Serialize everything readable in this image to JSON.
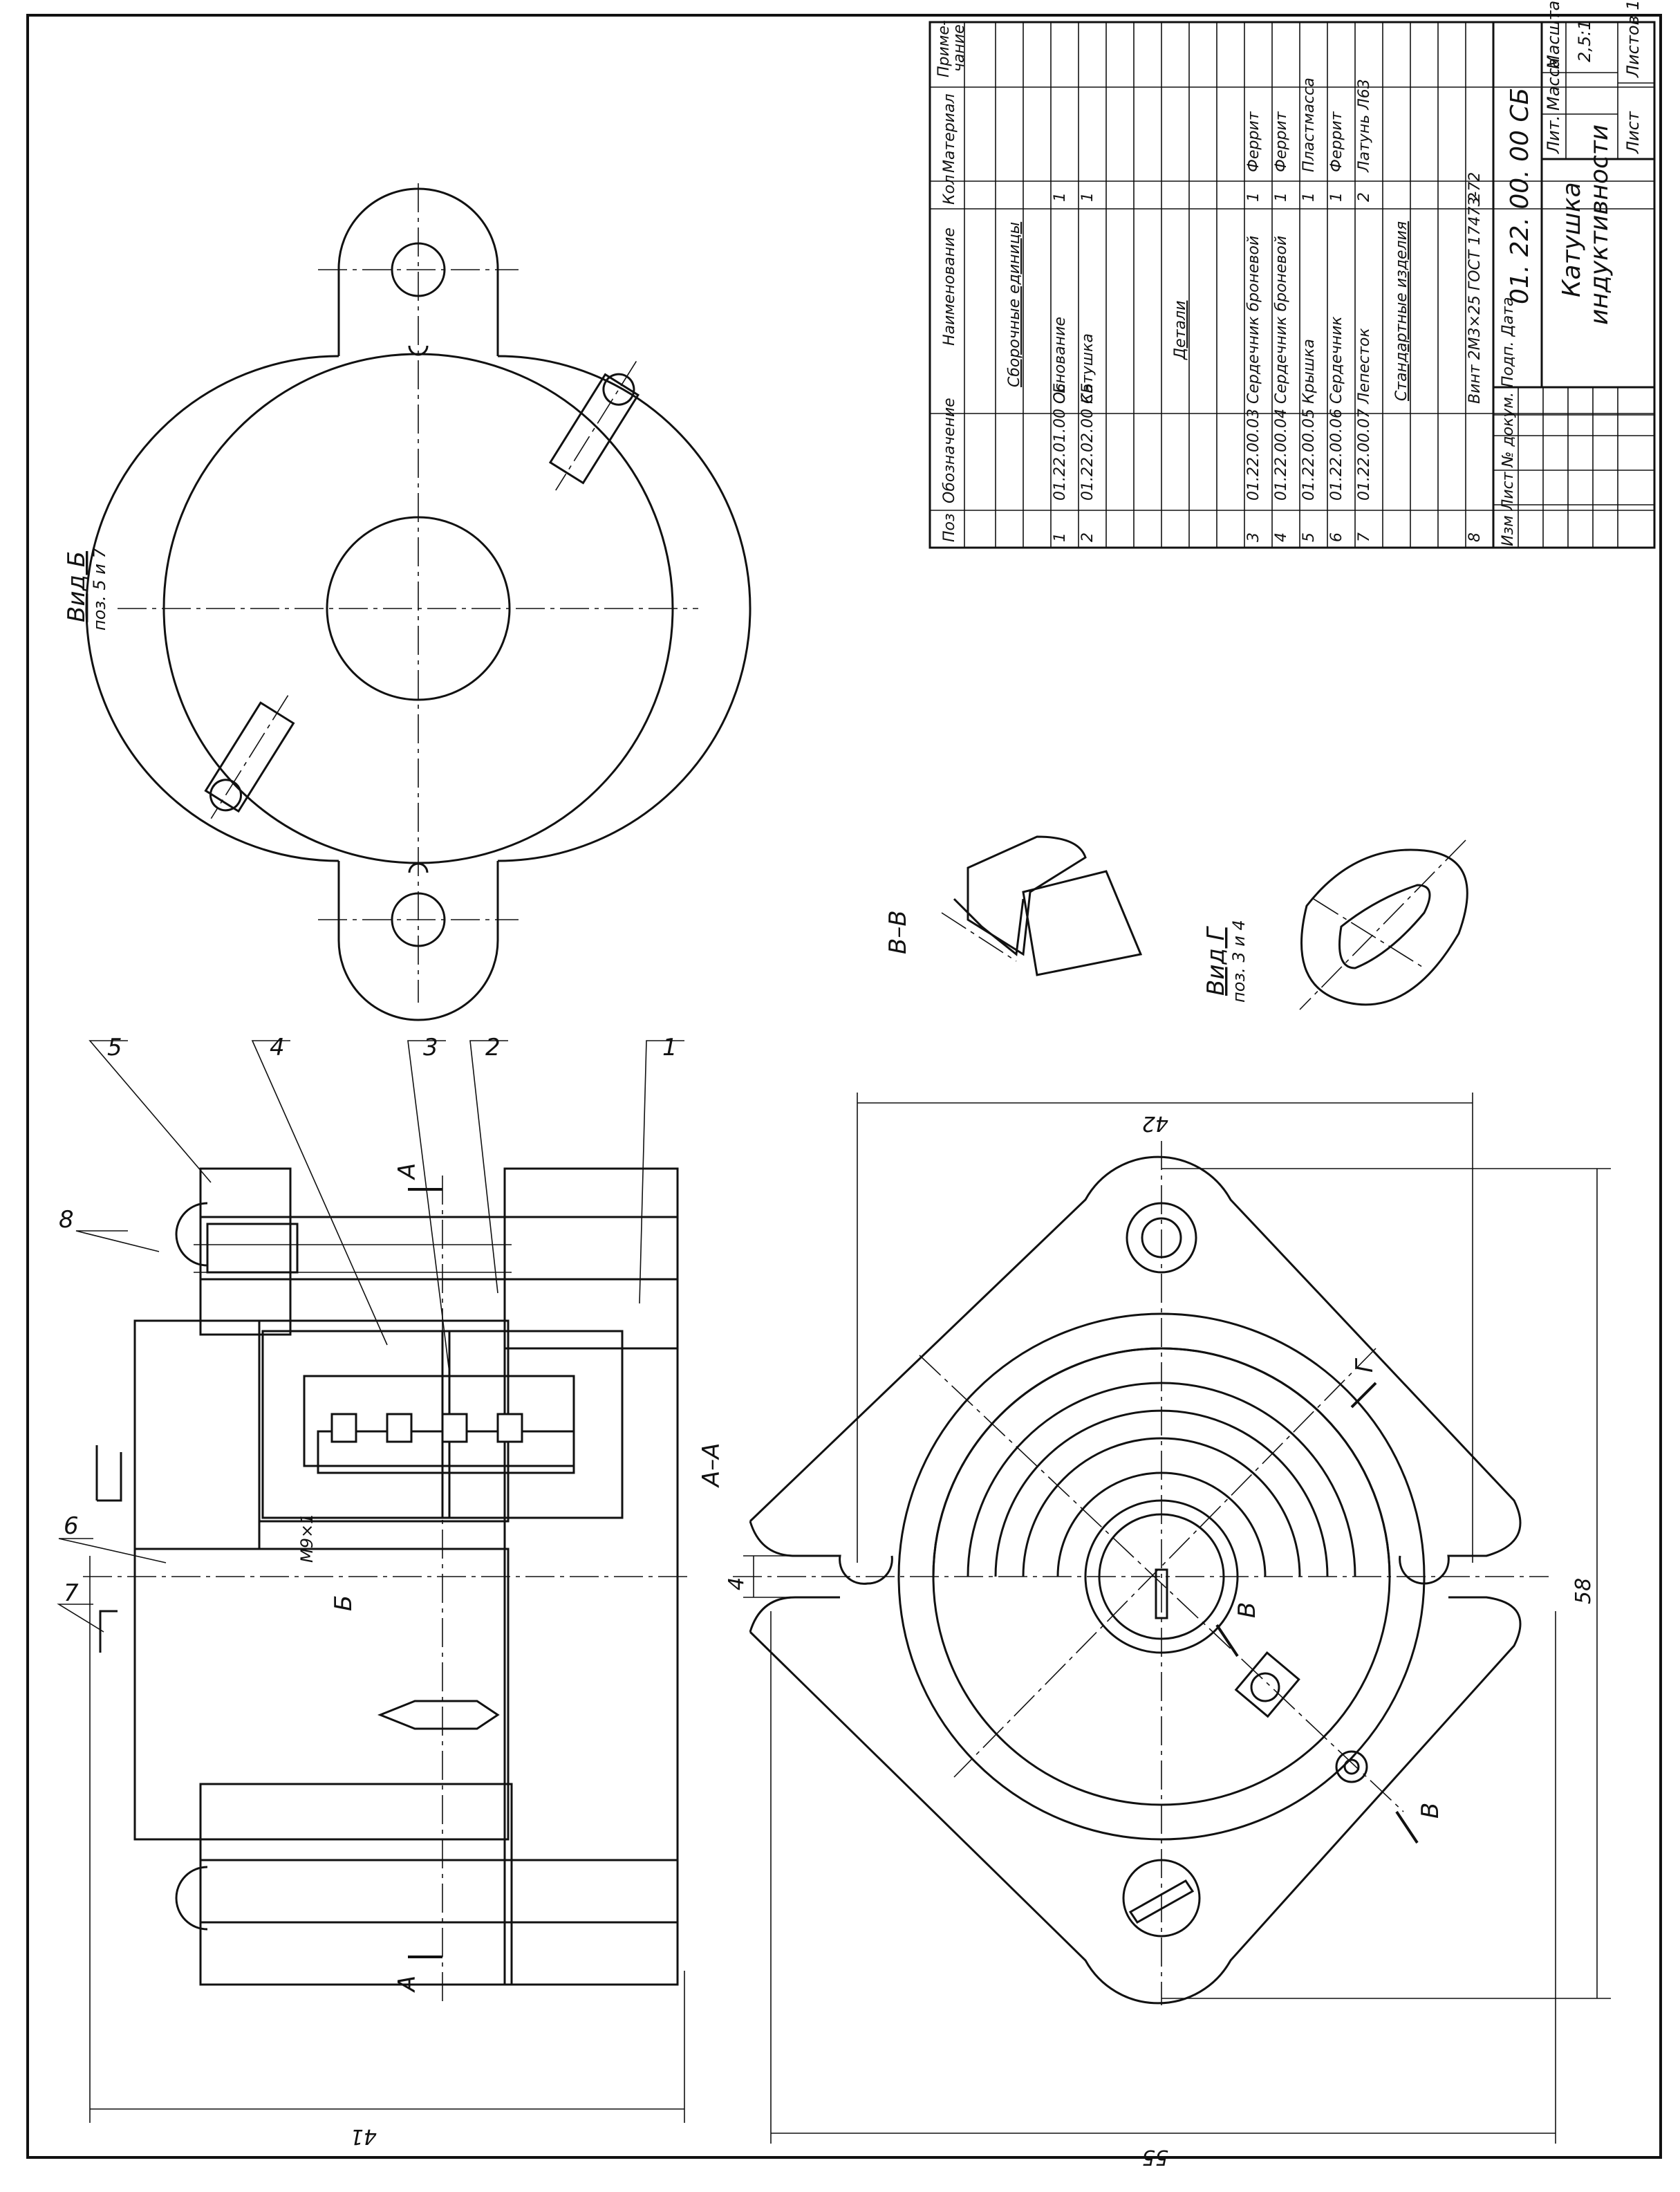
{
  "bom": {
    "headers": {
      "pos": "Поз",
      "designation": "Обозначение",
      "name": "Наименование",
      "qty": "Кол",
      "material": "Материал",
      "note": "Приме-\nчание"
    },
    "sections": {
      "assemblies": "Сборочные единицы",
      "details": "Детали",
      "standard": "Стандартные изделия"
    },
    "rows": [
      {
        "pos": "1",
        "designation": "01.22.01.00 СБ",
        "name": "Основание",
        "qty": "1",
        "material": ""
      },
      {
        "pos": "2",
        "designation": "01.22.02.00 СБ",
        "name": "Катушка",
        "qty": "1",
        "material": ""
      },
      {
        "pos": "3",
        "designation": "01.22.00.03",
        "name": "Сердечник броневой",
        "qty": "1",
        "material": "Феррит"
      },
      {
        "pos": "4",
        "designation": "01.22.00.04",
        "name": "Сердечник броневой",
        "qty": "1",
        "material": "Феррит"
      },
      {
        "pos": "5",
        "designation": "01.22.00.05",
        "name": "Крышка",
        "qty": "1",
        "material": "Пластмасса"
      },
      {
        "pos": "6",
        "designation": "01.22.00.06",
        "name": "Сердечник",
        "qty": "1",
        "material": "Феррит"
      },
      {
        "pos": "7",
        "designation": "01.22.00.07",
        "name": "Лепесток",
        "qty": "2",
        "material": "Латунь Л63"
      },
      {
        "pos": "8",
        "designation": "",
        "name": "Винт 2М3×25 ГОСТ 17473-72",
        "qty": "2",
        "material": ""
      }
    ]
  },
  "title_block": {
    "doc_number": "01. 22. 00. 00 СБ",
    "title_line1": "Катушка",
    "title_line2": "индуктивности",
    "lit": "Лит.",
    "mass": "Масса",
    "scale_label": "Масштаб",
    "scale": "2,5:1",
    "sheet": "Лист",
    "sheets": "Листов 1",
    "rev_cols": "Изм Лист № докум. Подп. Дата"
  },
  "views": {
    "view_b_title": "Вид Б",
    "view_b_sub": "поз. 5 и 7",
    "section_vv": "В–В",
    "view_g_title": "Вид Г",
    "view_g_sub": "поз. 3 и 4",
    "section_aa": "А–А"
  },
  "callouts": [
    "1",
    "2",
    "3",
    "4",
    "5",
    "6",
    "7",
    "8"
  ],
  "marks": {
    "a": "А",
    "b": "Б",
    "v": "В",
    "g": "Г",
    "thread": "М9×1"
  },
  "dimensions": {
    "d42": "42",
    "d58": "58",
    "d55": "55",
    "d41": "41",
    "d4": "4"
  }
}
